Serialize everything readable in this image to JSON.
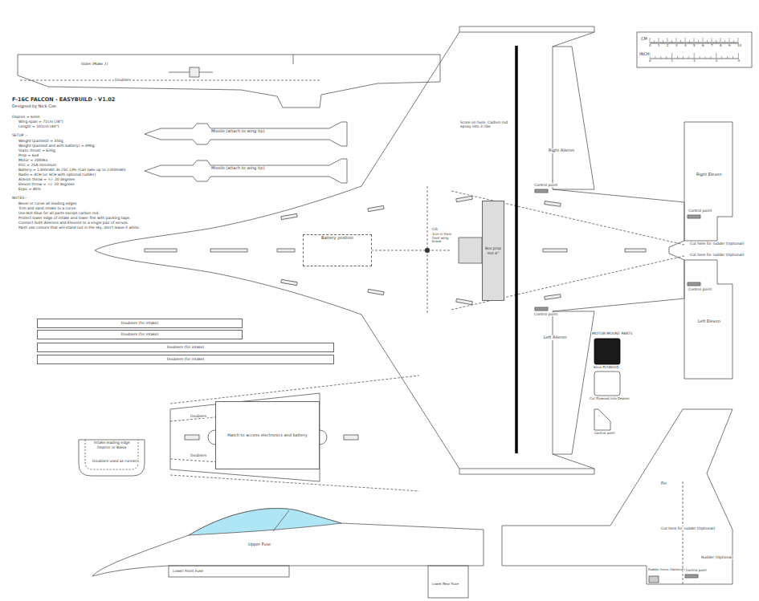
{
  "diagram": {
    "title": "F-16C FALCON - EASYBUILD - V1.02",
    "nodes": [
      {
        "text": [
          "Battery position"
        ]
      },
      {
        "text": [
          "Box prop slot 6\""
        ]
      },
      {
        "text": [
          "Hatch to access electronics and battery"
        ]
      },
      {
        "text": [
          "Doublers (for intake)"
        ]
      },
      {
        "text": [
          "Doublers (for intake)"
        ]
      },
      {
        "text": [
          "Doublers (for intake)"
        ]
      },
      {
        "text": [
          "Doublers (for intake)"
        ]
      }
    ],
    "labels": [
      "Sides (Make 2)",
      "Doublers",
      "Designed by Nick Coe",
      "Depron = 6mm",
      "Wing span = 71cm (28\")",
      "Length = 101cm (40\")",
      "SETUP :-",
      "Weight (painted) = 350g",
      "Weight (painted and with battery) = 490g",
      "Static thrust = 620g",
      "Prop = 6x4",
      "Motor = 2000kv",
      "ESC = 25A minimum",
      "Battery = 1300mAh 3s 25C LiPo (Can take up to 2200mAh)",
      "Radio = 4CH (or 6CH with optional rudder)",
      "Aileron throw = +/- 20 degrees",
      "Elevon throw = +/- 20 degrees",
      "Expo = 40%",
      "NOTES:-",
      "Bevel or curve all leading edges.",
      "Trim and sand intake to a curve.",
      "Use Hot Glue for all parts except carbon rod.",
      "Protect lower edge of intake and lower fins with packing tape.",
      "Connect both Ailerons and Elevons to a single pair of servos.",
      "Paint use colours that will stand out in the sky, don't leave it white.",
      "Missile (attach to wing tip)",
      "Missile (attach to wing tip)",
      "CG",
      "1cm in from front wing brace",
      "Score on here. Carbon rod epoxy into 3 ribs",
      "Right Aileron",
      "Left Aileron",
      "Control point",
      "Control point",
      "Right Elevon",
      "Left Elevon",
      "Control point",
      "Control point",
      "Cut here for rudder (Optional)",
      "Cut here for rudder (Optional)",
      "MOTOR MOUNT PARTS",
      "6mm PLYWOOD",
      "Cut Plywood into Depron",
      "Control point",
      "Doublers",
      "Doublers",
      "Intake leading edge",
      "Depron or Balsa",
      "Doublers used as runners",
      "Upper Fuse",
      "Lower Front Fuse",
      "Lower Rear Fuse",
      "Fin",
      "Cut here for rudder (Optional)",
      "Rudder (Optional)",
      "Rudder horns (Optional)",
      "Control point",
      "CM",
      "INCH",
      "0",
      "1",
      "2",
      "3",
      "4",
      "5",
      "6",
      "7",
      "8",
      "9",
      "10",
      "0",
      "1",
      "2",
      "3",
      "4"
    ]
  }
}
